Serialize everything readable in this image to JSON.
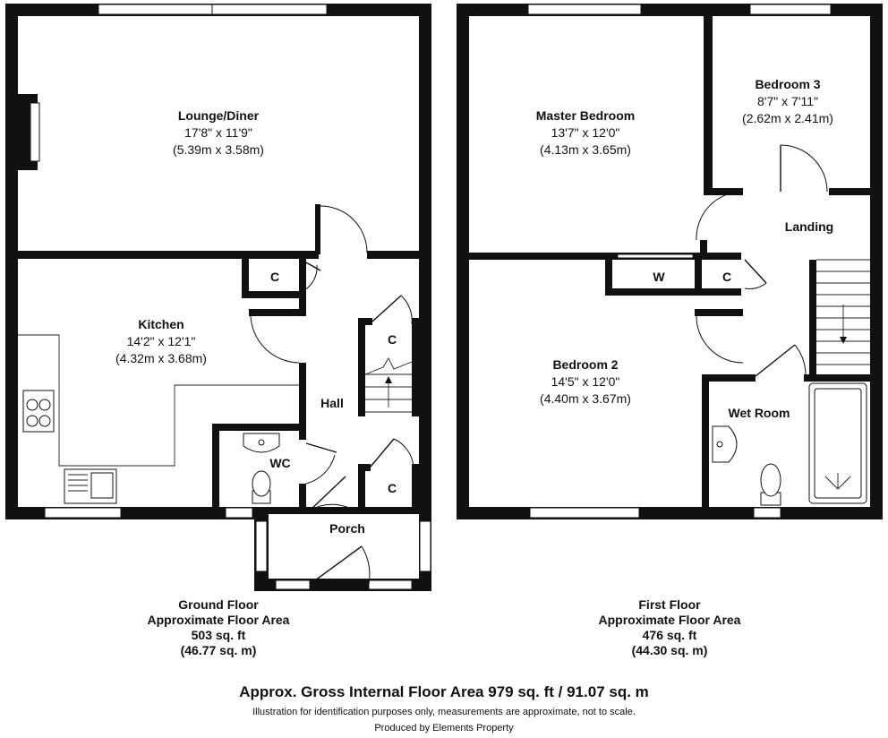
{
  "rooms": {
    "lounge": {
      "name": "Lounge/Diner",
      "imperial": "17'8\" x 11'9\"",
      "metric": "(5.39m x 3.58m)"
    },
    "kitchen": {
      "name": "Kitchen",
      "imperial": "14'2\" x 12'1\"",
      "metric": "(4.32m x 3.68m)"
    },
    "hall": {
      "name": "Hall"
    },
    "wc": {
      "name": "WC"
    },
    "porch": {
      "name": "Porch"
    },
    "master": {
      "name": "Master Bedroom",
      "imperial": "13'7\" x 12'0\"",
      "metric": "(4.13m x 3.65m)"
    },
    "bedroom3": {
      "name": "Bedroom 3",
      "imperial": "8'7\" x 7'11\"",
      "metric": "(2.62m x 2.41m)"
    },
    "landing": {
      "name": "Landing"
    },
    "bedroom2": {
      "name": "Bedroom 2",
      "imperial": "14'5\" x 12'0\"",
      "metric": "(4.40m x 3.67m)"
    },
    "wetroom": {
      "name": "Wet Room"
    }
  },
  "cupboards": {
    "cupboard_label": "C",
    "wardrobe_label": "W"
  },
  "floors": {
    "ground": {
      "name": "Ground Floor",
      "area_label": "Approximate Floor Area",
      "sqft": "503 sq. ft",
      "sqm": "(46.77 sq. m)"
    },
    "first": {
      "name": "First Floor",
      "area_label": "Approximate Floor Area",
      "sqft": "476 sq. ft",
      "sqm": "(44.30 sq. m)"
    }
  },
  "footer": {
    "gross": "Approx. Gross Internal Floor Area 979 sq. ft / 91.07 sq. m",
    "disclaimer": "Illustration for identification purposes only, measurements are approximate, not to scale.",
    "producer": "Produced by Elements Property"
  }
}
